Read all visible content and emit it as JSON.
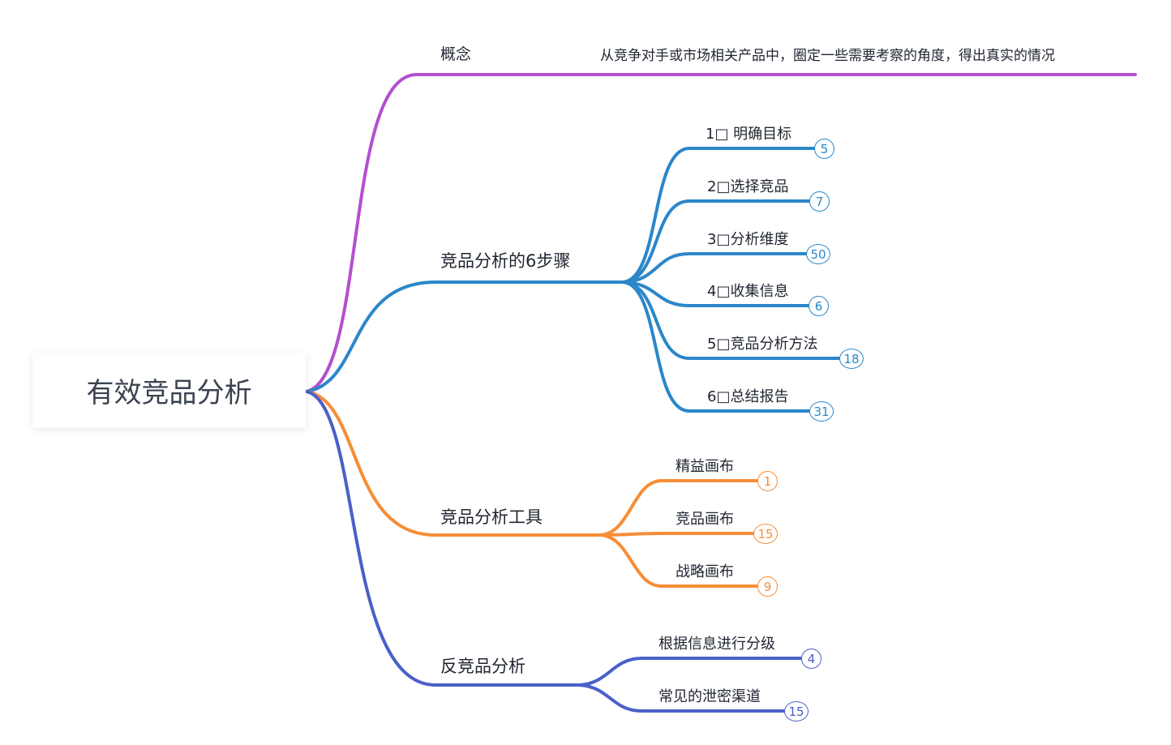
{
  "root": {
    "label": "有效竞品分析"
  },
  "colors": {
    "concept_branch": "#b44fcf",
    "steps_branch": "#2b87c9",
    "tools_branch": "#f78d35",
    "anti_branch": "#4a60c8",
    "label_text": "#1f2430",
    "root_text": "#3b4250",
    "badge_background": "#ffffff"
  },
  "branches": [
    {
      "id": "concept",
      "label": "概念",
      "note": "从竞争对手或市场相关产品中，圈定一些需要考察的角度，得出真实的情况",
      "children": []
    },
    {
      "id": "steps",
      "label": "竞品分析的6步骤",
      "children": [
        {
          "label": "1□ 明确目标",
          "count": "5"
        },
        {
          "label": "2□选择竞品",
          "count": "7"
        },
        {
          "label": "3□分析维度",
          "count": "50"
        },
        {
          "label": "4□收集信息",
          "count": "6"
        },
        {
          "label": "5□竞品分析方法",
          "count": "18"
        },
        {
          "label": "6□总结报告",
          "count": "31"
        }
      ]
    },
    {
      "id": "tools",
      "label": "竞品分析工具",
      "children": [
        {
          "label": "精益画布",
          "count": "1"
        },
        {
          "label": "竞品画布",
          "count": "15"
        },
        {
          "label": "战略画布",
          "count": "9"
        }
      ]
    },
    {
      "id": "anti",
      "label": "反竞品分析",
      "children": [
        {
          "label": "根据信息进行分级",
          "count": "4"
        },
        {
          "label": "常见的泄密渠道",
          "count": "15"
        }
      ]
    }
  ]
}
